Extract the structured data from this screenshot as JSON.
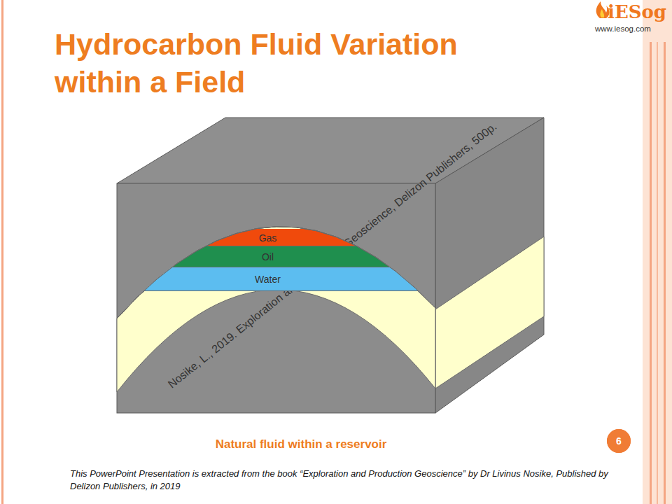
{
  "diagram": {
    "title": "Hydrocarbon Fluid Variation within a Field",
    "caption": "Natural fluid within a reservoir",
    "nodes": [
      {
        "text": [
          "Gas"
        ]
      },
      {
        "text": [
          "Oil"
        ]
      },
      {
        "text": [
          "Water"
        ]
      },
      {
        "text": [
          "6"
        ]
      }
    ],
    "labels": [
      "iESog",
      "www.iesog.com",
      "Nosike, L., 2019. Exploration and Production Geoscience, Delizon Publishers, 500p.",
      "This PowerPoint Presentation is extracted from the book “Exploration and Production Geoscience” by Dr Livinus Nosike, Published by Delizon Publishers, in 2019"
    ]
  }
}
